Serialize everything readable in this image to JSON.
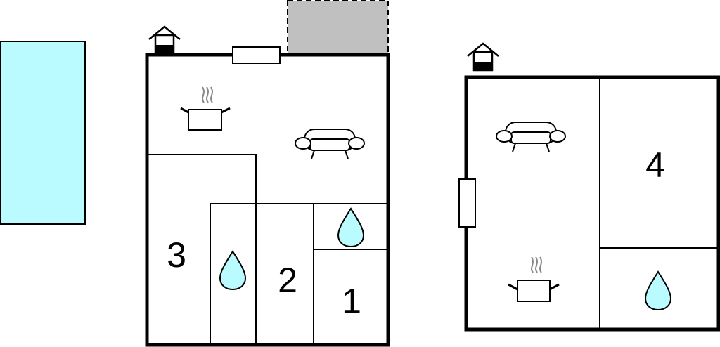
{
  "colors": {
    "wall": "#000000",
    "pool": "#b9fbff",
    "water_drop": "#b9fbff",
    "terrace": "#c0c0c0",
    "background": "#ffffff"
  },
  "room_numbers": {
    "room_1": "1",
    "room_2": "2",
    "room_3": "3",
    "room_4": "4"
  },
  "icons": {
    "entrance": "house-icon",
    "kitchen": "cooking-pot-icon",
    "living": "sofa-icon",
    "bathroom": "water-drop-icon"
  }
}
